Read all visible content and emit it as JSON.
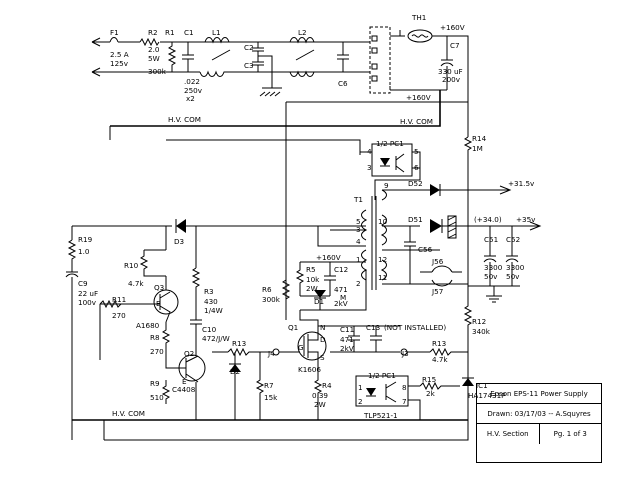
{
  "title_block": {
    "title": "Epson EPS-11 Power Supply",
    "drawn": "Drawn: 03/17/03 -- A.Squyres",
    "section": "H.V. Section",
    "page": "Pg. 1 of 3"
  },
  "labels": {
    "F1": "F1",
    "F1_v1": "2.5 A",
    "F1_v2": "125v",
    "R2": "R2",
    "R2_v1": "2.0",
    "R2_v2": "5W",
    "R1": "R1",
    "R1_v": "300k",
    "C1": "C1",
    "C1_v1": ".022",
    "C1_v2": "250v",
    "C1_v3": "x2",
    "L1": "L1",
    "L2": "L2",
    "C2": "C2",
    "C3": "C3",
    "C6": "C6",
    "TH1": "TH1",
    "plus160_top": "+160V",
    "C7": "C7",
    "C7_v1": "330 uF",
    "C7_v2": "200v",
    "plus160_mid": "+160V",
    "hvcom_top": "H.V. COM",
    "hvcom_top2": "H.V. COM",
    "R14": "R14",
    "R14_v": "1M",
    "PC1a": "1/2  PC1",
    "pin4a": "4",
    "pin3a": "3",
    "pin5a": "5",
    "pin6a": "6",
    "T1": "T1",
    "pin9": "9",
    "pin10": "10",
    "pin12": "12",
    "pin11": "11",
    "pin5t": "5",
    "pin3t": "3",
    "pin4t": "4",
    "pin1t": "1",
    "pin2t": "2",
    "D52": "D52",
    "D51": "D51",
    "v31": "+31.5v",
    "v34": "(+34.0)",
    "v35": "+35v",
    "C56": "C56",
    "C51": "C51",
    "C52": "C52",
    "C51_v1": "3300",
    "C51_v2": "50v",
    "C52_v1": "3300",
    "C52_v2": "50v",
    "J56": "J56",
    "J57": "J57",
    "D3": "D3",
    "R19": "R19",
    "R19_v": "1.0",
    "C9": "C9",
    "C9_v1": "22 uF",
    "C9_v2": "100v",
    "R10": "R10",
    "R10_v": "4.7k",
    "R11": "R11",
    "R11_v": "270",
    "Q3": "Q3",
    "A1680": "A1680",
    "R3": "R3",
    "R3_v1": "430",
    "R3_v2": "1/4W",
    "C10": "C10",
    "C10_v": "472/J/W",
    "R8": "R8",
    "R8_v": "270",
    "Q2": "Q2",
    "C4408": "C4408",
    "R9": "R9",
    "R9_v": "510",
    "D2": "D2",
    "R13": "R13",
    "R7": "R7",
    "R7_v": "15k",
    "J4": "J4",
    "R6": "R6",
    "R6_v": "300k",
    "plus160_low": "+160V",
    "R5": "R5",
    "R5_v1": "10k",
    "R5_v2": "2W",
    "C12": "C12",
    "C12_v1": "471",
    "C12_v2": "2kV",
    "D1": "D1",
    "M": "M",
    "Q1": "Q1",
    "K1606": "K1606",
    "C11": "C11",
    "C11_v1": "471",
    "C11_v2": "2kV",
    "C13": "C13",
    "not_installed": "(NOT INSTALLED)",
    "J3": "J3",
    "R12": "R12",
    "R12_v": "340k",
    "R13b": "R13",
    "R13b_v": "4.7k",
    "R4": "R4",
    "R4_v1": "0.39",
    "R4_v2": "2W",
    "PC1b": "1/2  PC1",
    "pin1b": "1",
    "pin2b": "2",
    "pin8b": "8",
    "pin7b": "7",
    "TLP": "TLP521-1",
    "R15": "R15",
    "R15_v": "2k",
    "IC1": "IC1",
    "IC1_v": "HA17431P",
    "hvcom_bot": "H.V. COM",
    "qN": "N",
    "qD": "D",
    "qG": "G",
    "qS": "S",
    "qB": "B",
    "qE": "E"
  }
}
